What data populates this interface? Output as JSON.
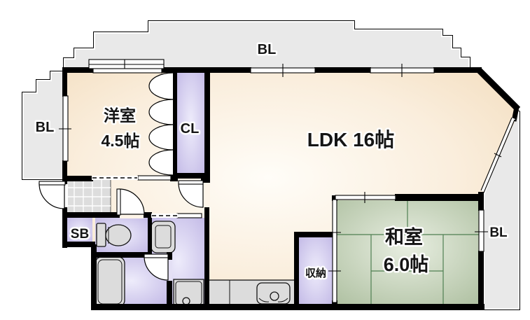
{
  "floorplan": {
    "type": "apartment-floorplan",
    "labels": {
      "balcony_top": "BL",
      "balcony_left": "BL",
      "balcony_right": "BL",
      "western_room_name": "洋室",
      "western_room_size": "4.5帖",
      "closet": "CL",
      "ldk": "LDK 16帖",
      "japanese_room_name": "和室",
      "japanese_room_size": "6.0帖",
      "storage": "収納",
      "shoe_box": "SB"
    },
    "rooms": [
      {
        "name": "洋室",
        "size_jo": 4.5
      },
      {
        "name": "LDK",
        "size_jo": 16
      },
      {
        "name": "和室",
        "size_jo": 6.0
      }
    ],
    "colors": {
      "wall": "#000000",
      "room_cream": "#f4dfc2",
      "room_cream_light": "#fffdf8",
      "tatami_green_edge": "#b3c4a6",
      "tatami_green_center": "#e6ecdf",
      "tatami_grid": "#4f7f52",
      "closet_purple_edge": "#c6bde9",
      "closet_purple_center": "#edebfa",
      "balcony_gray": "#e9e9e9",
      "fixture_gray": "#dcdcdc",
      "tile_gray": "#dddddd"
    }
  }
}
